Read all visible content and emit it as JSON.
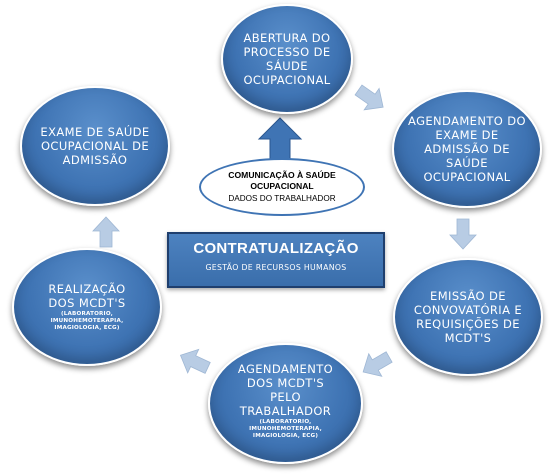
{
  "nodes": {
    "abertura": {
      "title": "ABERTURA DO PROCESSO DE SÁUDE OCUPACIONAL"
    },
    "agendamento_exame": {
      "title": "AGENDAMENTO DO EXAME DE ADMISSÃO DE SAÚDE OCUPACIONAL"
    },
    "emissao": {
      "title": "EMISSÃO DE CONVOVATÓRIA E REQUISIÇÕES DE MCDT'S"
    },
    "agendamento_mcdt": {
      "title": "AGENDAMENTO DOS MCDT'S PELO TRABALHADOR",
      "detail": "(LABORATORIO, IMUNOHEMOTERAPIA, IMAGIOLOGIA, ECG)"
    },
    "realizacao": {
      "title": "REALIZAÇÃO DOS MCDT'S",
      "detail": "(LABORATORIO, IMUNOHEMOTERAPIA, IMAGIOLOGIA, ECG)"
    },
    "exame": {
      "title": "EXAME DE SAÚDE OCUPACIONAL DE ADMISSÃO"
    }
  },
  "center": {
    "title": "CONTRATUALIZAÇÃO",
    "subtitle": "GESTÃO DE RECURSOS HUMANOS"
  },
  "communication": {
    "line1": "COMUNICAÇÃO À SAÚDE OCUPACIONAL",
    "line2": "DADOS DO TRABALHADOR"
  },
  "colors": {
    "node_fill": "#3f74b4",
    "arrow_fill": "#b8cce4",
    "up_arrow_fill": "#3f74b4",
    "center_border": "#1f3f6e"
  }
}
